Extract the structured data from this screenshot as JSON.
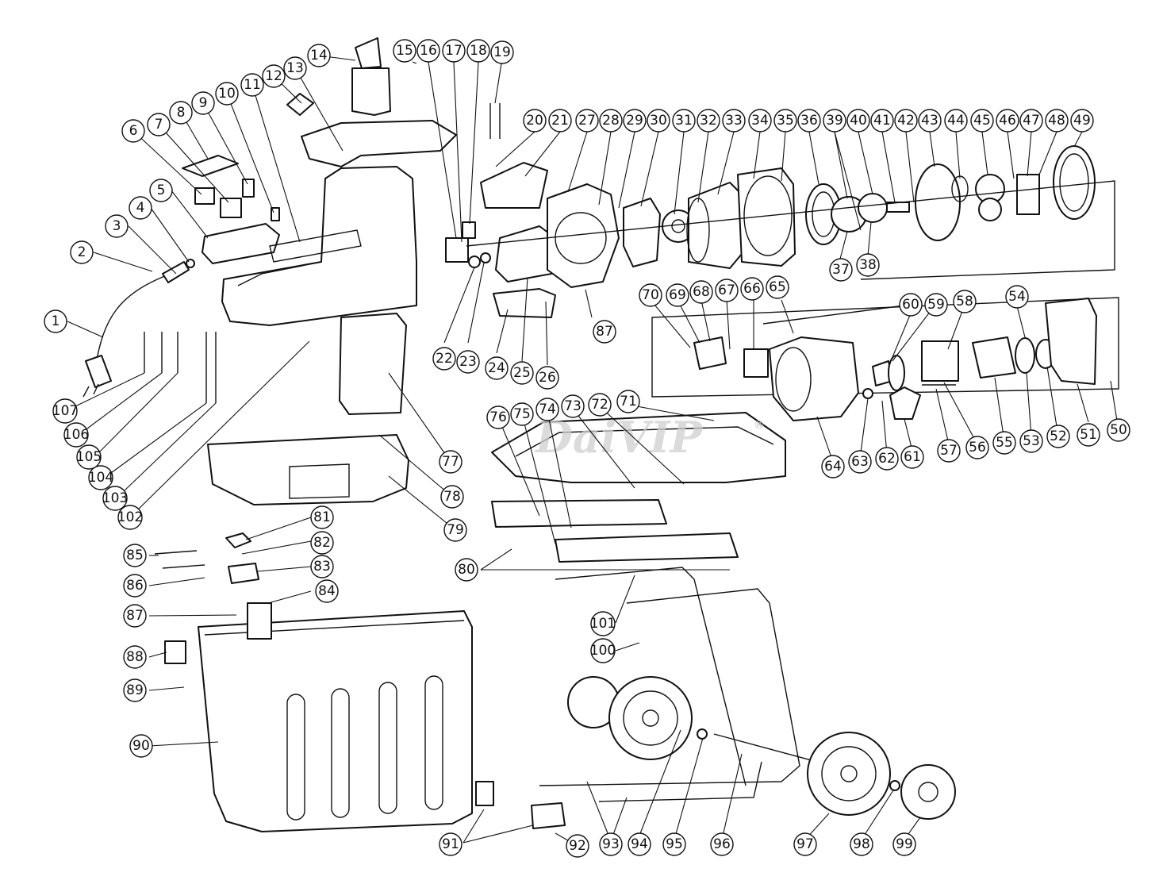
{
  "watermark": {
    "text": "DaiVIP",
    "registered_mark": "®"
  },
  "callouts": [
    "1",
    "2",
    "3",
    "4",
    "5",
    "6",
    "7",
    "8",
    "9",
    "10",
    "11",
    "12",
    "13",
    "14",
    "15",
    "16",
    "17",
    "18",
    "19",
    "20",
    "21",
    "22",
    "23",
    "24",
    "25",
    "26",
    "27",
    "28",
    "29",
    "30",
    "31",
    "32",
    "33",
    "34",
    "35",
    "36",
    "37",
    "38",
    "39",
    "40",
    "41",
    "42",
    "43",
    "44",
    "45",
    "46",
    "47",
    "48",
    "49",
    "50",
    "51",
    "52",
    "53",
    "54",
    "55",
    "56",
    "57",
    "58",
    "59",
    "60",
    "61",
    "62",
    "63",
    "64",
    "65",
    "66",
    "67",
    "68",
    "69",
    "70",
    "71",
    "72",
    "73",
    "74",
    "75",
    "76",
    "77",
    "78",
    "79",
    "80",
    "81",
    "82",
    "83",
    "84",
    "85",
    "86",
    "87",
    "87",
    "88",
    "89",
    "90",
    "91",
    "92",
    "93",
    "94",
    "95",
    "96",
    "97",
    "98",
    "99",
    "100",
    "101",
    "102",
    "103",
    "104",
    "105",
    "106",
    "107"
  ]
}
